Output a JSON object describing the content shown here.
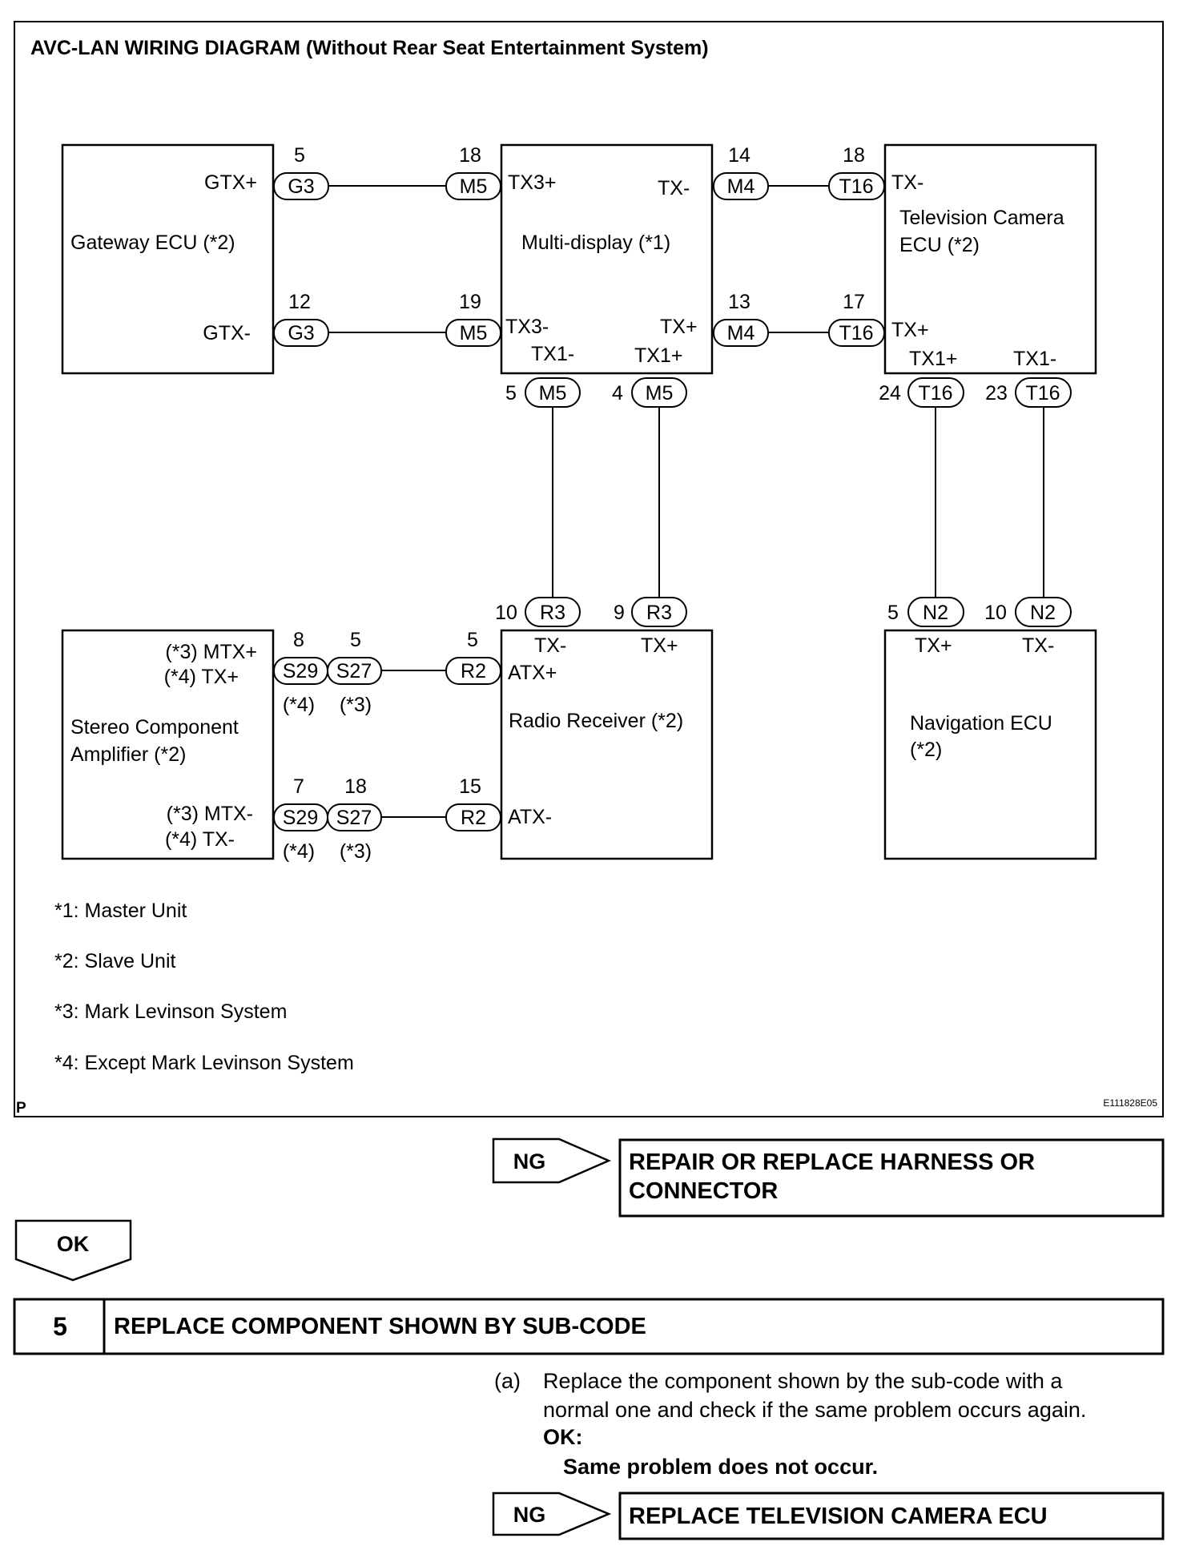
{
  "diagram": {
    "title": "AVC-LAN WIRING DIAGRAM (Without Rear Seat Entertainment System)",
    "corner_code": "P",
    "figure_id": "E111828E05",
    "components": {
      "gateway": "Gateway ECU (*2)",
      "multi_display": "Multi-display (*1)",
      "tv_camera": [
        "Television Camera",
        "ECU (*2)"
      ],
      "amplifier": [
        "Stereo Component",
        "Amplifier (*2)"
      ],
      "radio": "Radio Receiver (*2)",
      "navigation": [
        "Navigation ECU",
        "(*2)"
      ]
    },
    "pin_labels": {
      "gtx_plus": "GTX+",
      "gtx_minus": "GTX-",
      "tx3_plus": "TX3+",
      "tx3_minus": "TX3-",
      "md_tx_minus": "TX-",
      "md_tx_plus": "TX+",
      "md_tx1_minus": "TX1-",
      "md_tx1_plus": "TX1+",
      "tv_tx_minus": "TX-",
      "tv_tx_plus": "TX+",
      "tv_tx1_plus": "TX1+",
      "tv_tx1_minus": "TX1-",
      "radio_tx_minus": "TX-",
      "radio_tx_plus": "TX+",
      "atx_plus": "ATX+",
      "atx_minus": "ATX-",
      "nav_tx_plus": "TX+",
      "nav_tx_minus": "TX-",
      "amp_mtx_plus": "(*3) MTX+",
      "amp_tx_plus": "(*4) TX+",
      "amp_mtx_minus": "(*3) MTX-",
      "amp_tx_minus": "(*4) TX-"
    },
    "connectors": {
      "g3_a": {
        "code": "G3",
        "pin": "5"
      },
      "g3_b": {
        "code": "G3",
        "pin": "12"
      },
      "m5_a": {
        "code": "M5",
        "pin": "18"
      },
      "m5_b": {
        "code": "M5",
        "pin": "19"
      },
      "m4_a": {
        "code": "M4",
        "pin": "14"
      },
      "m4_b": {
        "code": "M4",
        "pin": "13"
      },
      "t16_a": {
        "code": "T16",
        "pin": "18"
      },
      "t16_b": {
        "code": "T16",
        "pin": "17"
      },
      "m5_c": {
        "code": "M5",
        "pin": "5"
      },
      "m5_d": {
        "code": "M5",
        "pin": "4"
      },
      "t16_c": {
        "code": "T16",
        "pin": "24"
      },
      "t16_d": {
        "code": "T16",
        "pin": "23"
      },
      "r3_a": {
        "code": "R3",
        "pin": "10"
      },
      "r3_b": {
        "code": "R3",
        "pin": "9"
      },
      "n2_a": {
        "code": "N2",
        "pin": "5"
      },
      "n2_b": {
        "code": "N2",
        "pin": "10"
      },
      "s29_a": {
        "code": "S29",
        "pin": "8",
        "note": "(*4)"
      },
      "s27_a": {
        "code": "S27",
        "pin": "5",
        "note": "(*3)"
      },
      "r2_a": {
        "code": "R2",
        "pin": "5"
      },
      "s29_b": {
        "code": "S29",
        "pin": "7",
        "note": "(*4)"
      },
      "s27_b": {
        "code": "S27",
        "pin": "18",
        "note": "(*3)"
      },
      "r2_b": {
        "code": "R2",
        "pin": "15"
      }
    },
    "notes": [
      "*1: Master Unit",
      "*2: Slave Unit",
      "*3: Mark Levinson System",
      "*4: Except Mark Levinson System"
    ]
  },
  "flow": {
    "ng_label": "NG",
    "ng_result_1": [
      "REPAIR OR REPLACE HARNESS OR",
      "CONNECTOR"
    ],
    "ok_label": "OK",
    "ng_result_2": "REPLACE TELEVISION CAMERA ECU"
  },
  "step": {
    "number": "5",
    "title": "REPLACE COMPONENT SHOWN BY SUB-CODE",
    "item_marker": "(a)",
    "item_lines": [
      "Replace the component shown by the sub-code with a",
      "normal one and check if the same problem occurs again."
    ],
    "ok_heading": "OK:",
    "ok_text": "Same problem does not occur."
  }
}
